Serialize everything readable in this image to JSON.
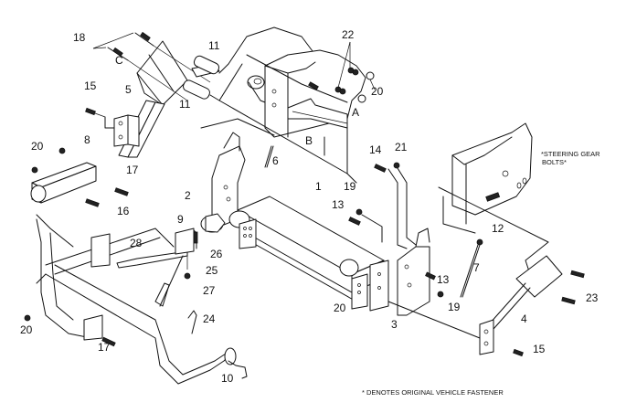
{
  "diagram": {
    "title": "Plow mount exploded parts diagram",
    "callouts": [
      {
        "id": "c18",
        "label": "18"
      },
      {
        "id": "cC",
        "label": "C"
      },
      {
        "id": "c5",
        "label": "5"
      },
      {
        "id": "c11a",
        "label": "11"
      },
      {
        "id": "c11b",
        "label": "11"
      },
      {
        "id": "c15a",
        "label": "15"
      },
      {
        "id": "c22",
        "label": "22"
      },
      {
        "id": "c20a",
        "label": "20"
      },
      {
        "id": "cA",
        "label": "A"
      },
      {
        "id": "cB",
        "label": "B"
      },
      {
        "id": "c6",
        "label": "6"
      },
      {
        "id": "c8",
        "label": "8"
      },
      {
        "id": "c20b",
        "label": "20"
      },
      {
        "id": "c17a",
        "label": "17"
      },
      {
        "id": "c16",
        "label": "16"
      },
      {
        "id": "c2",
        "label": "2"
      },
      {
        "id": "c1",
        "label": "1"
      },
      {
        "id": "c19a",
        "label": "19"
      },
      {
        "id": "c13a",
        "label": "13"
      },
      {
        "id": "c14",
        "label": "14"
      },
      {
        "id": "c21",
        "label": "21"
      },
      {
        "id": "c12",
        "label": "12"
      },
      {
        "id": "c9",
        "label": "9"
      },
      {
        "id": "c26",
        "label": "26"
      },
      {
        "id": "c25",
        "label": "25"
      },
      {
        "id": "c27",
        "label": "27"
      },
      {
        "id": "c28",
        "label": "28"
      },
      {
        "id": "c7",
        "label": "7"
      },
      {
        "id": "c13b",
        "label": "13"
      },
      {
        "id": "c19b",
        "label": "19"
      },
      {
        "id": "c20c",
        "label": "20"
      },
      {
        "id": "c3",
        "label": "3"
      },
      {
        "id": "c23",
        "label": "23"
      },
      {
        "id": "c4",
        "label": "4"
      },
      {
        "id": "c15b",
        "label": "15"
      },
      {
        "id": "c24",
        "label": "24"
      },
      {
        "id": "c20d",
        "label": "20"
      },
      {
        "id": "c17b",
        "label": "17"
      },
      {
        "id": "c10",
        "label": "10"
      }
    ],
    "steering_note": [
      "*STEERING GEAR",
      "BOLTS*"
    ],
    "footnote": "* DENOTES ORIGINAL VEHICLE FASTENER"
  }
}
